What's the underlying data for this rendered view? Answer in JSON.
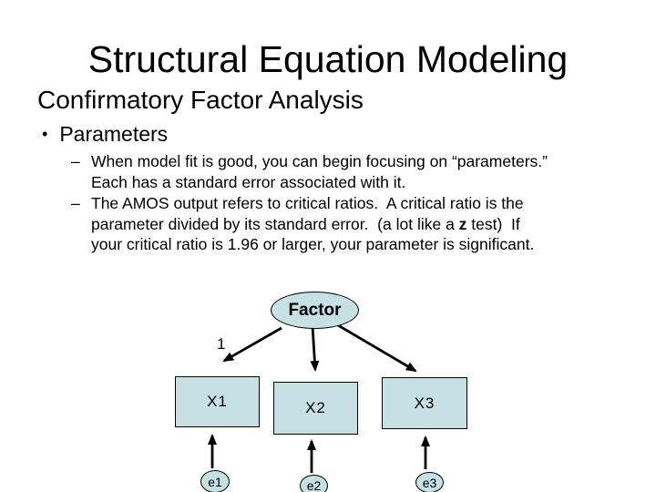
{
  "slide": {
    "title": "Structural Equation Modeling",
    "subtitle": "Confirmatory Factor Analysis",
    "bullet_marker": "•",
    "bullet": "Parameters",
    "dash_marker": "–",
    "item1_line1": "When model fit is good, you can begin focusing on “parameters.”",
    "item1_line2": "Each has a standard error associated with it.",
    "item2_line1": "The AMOS output refers to critical ratios.  A critical ratio is the",
    "item2_line2_pre": "parameter divided by its standard error.  (a lot like a ",
    "item2_line2_z": "z",
    "item2_line2_post": " test)  If",
    "item2_line3": "your critical ratio is 1.96 or larger, your parameter is significant."
  },
  "diagram": {
    "factor_label": "Factor",
    "loading_label": "1",
    "x1_label": "X1",
    "x2_label": "X2",
    "x3_label": "X3",
    "e1_label": "e1",
    "e2_label": "e2",
    "e3_label": "e3",
    "shape_fill": "#c6e0e3",
    "shape_border": "#000000",
    "arrow_color": "#000000",
    "edges": [
      {
        "from": "Factor",
        "to": "X1",
        "label": "1"
      },
      {
        "from": "Factor",
        "to": "X2",
        "label": ""
      },
      {
        "from": "Factor",
        "to": "X3",
        "label": ""
      },
      {
        "from": "e1",
        "to": "X1",
        "label": ""
      },
      {
        "from": "e2",
        "to": "X2",
        "label": ""
      },
      {
        "from": "e3",
        "to": "X3",
        "label": ""
      }
    ]
  }
}
